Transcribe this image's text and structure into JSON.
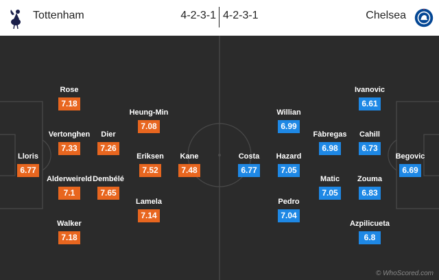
{
  "home": {
    "name": "Tottenham",
    "formation": "4-2-3-1",
    "color": "#e8661f",
    "crest_icon": "tottenham-cockerel-icon",
    "players": [
      {
        "name": "Lloris",
        "rating": "6.77"
      },
      {
        "name": "Rose",
        "rating": "7.18"
      },
      {
        "name": "Vertonghen",
        "rating": "7.33"
      },
      {
        "name": "Alderweireld",
        "rating": "7.1"
      },
      {
        "name": "Walker",
        "rating": "7.18"
      },
      {
        "name": "Dier",
        "rating": "7.26"
      },
      {
        "name": "Dembélé",
        "rating": "7.65"
      },
      {
        "name": "Heung-Min",
        "rating": "7.08"
      },
      {
        "name": "Eriksen",
        "rating": "7.52"
      },
      {
        "name": "Lamela",
        "rating": "7.14"
      },
      {
        "name": "Kane",
        "rating": "7.48"
      }
    ]
  },
  "away": {
    "name": "Chelsea",
    "formation": "4-2-3-1",
    "color": "#1e88e5",
    "crest_icon": "chelsea-lion-crest-icon",
    "players": [
      {
        "name": "Begovic",
        "rating": "6.69"
      },
      {
        "name": "Ivanovic",
        "rating": "6.61"
      },
      {
        "name": "Cahill",
        "rating": "6.73"
      },
      {
        "name": "Zouma",
        "rating": "6.83"
      },
      {
        "name": "Azpilicueta",
        "rating": "6.8"
      },
      {
        "name": "Fàbregas",
        "rating": "6.98"
      },
      {
        "name": "Matic",
        "rating": "7.05"
      },
      {
        "name": "Willian",
        "rating": "6.99"
      },
      {
        "name": "Hazard",
        "rating": "7.05"
      },
      {
        "name": "Pedro",
        "rating": "7.04"
      },
      {
        "name": "Costa",
        "rating": "6.77"
      }
    ]
  },
  "credit": "© WhoScored.com",
  "pitch_color": "#2b2b2b",
  "line_color": "#4a4a4a"
}
